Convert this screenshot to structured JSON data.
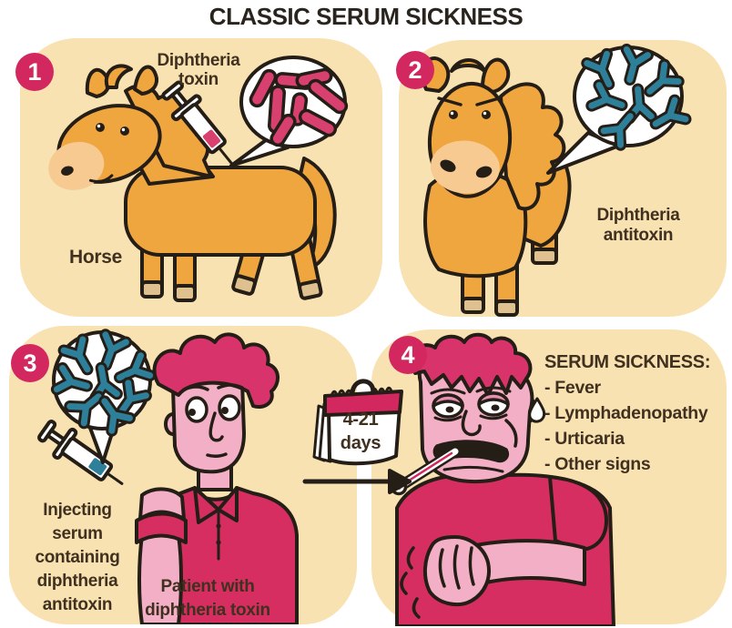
{
  "title": "CLASSIC SERUM SICKNESS",
  "colors": {
    "panel_bg": "#F9E2B2",
    "badge": "#D3275F",
    "horse_body": "#F0A63F",
    "horse_muzzle": "#F6CA90",
    "hoof": "#DEC18F",
    "bacteria": "#D84070",
    "antibody": "#2E7F99",
    "skin": "#F3AFC5",
    "skin_shade": "#E68FB2",
    "hair": "#D8336A",
    "shirt": "#D62E60",
    "calendar_band": "#D3275F",
    "text": "#40301F"
  },
  "step1": {
    "number": "1",
    "toxin_label": "Diphtheria toxin",
    "horse_label": "Horse"
  },
  "step2": {
    "number": "2",
    "antitoxin_label": "Diphtheria antitoxin"
  },
  "step3": {
    "number": "3",
    "injection_label": "Injecting serum containing diphtheria antitoxin",
    "patient_label": "Patient with diphtheria toxin"
  },
  "step4": {
    "number": "4",
    "heading": "SERUM SICKNESS:",
    "symptoms": [
      "- Fever",
      "- Lymphadenopathy",
      "- Urticaria",
      "- Other signs"
    ]
  },
  "timeline": {
    "calendar_label": "4-21 days"
  }
}
